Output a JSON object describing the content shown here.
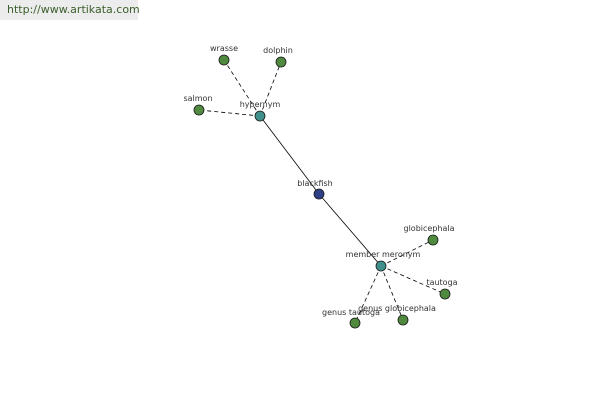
{
  "watermark": {
    "url": "http://www.artikata.com"
  },
  "colors": {
    "leaf": "#4f8a3e",
    "relation": "#3f8f8a",
    "center": "#2f3f86"
  },
  "graph": {
    "center": {
      "id": "blackfish",
      "label": "blackfish"
    },
    "relations": [
      {
        "id": "hypernym",
        "label": "hypernym"
      },
      {
        "id": "member-meronym",
        "label": "member meronym"
      }
    ],
    "leaves": [
      {
        "id": "wrasse",
        "label": "wrasse",
        "parent": "hypernym"
      },
      {
        "id": "dolphin",
        "label": "dolphin",
        "parent": "hypernym"
      },
      {
        "id": "salmon",
        "label": "salmon",
        "parent": "hypernym"
      },
      {
        "id": "globicephala",
        "label": "globicephala",
        "parent": "member-meronym"
      },
      {
        "id": "tautoga",
        "label": "tautoga",
        "parent": "member-meronym"
      },
      {
        "id": "genus-tautoga",
        "label": "genus tautoga",
        "parent": "member-meronym"
      },
      {
        "id": "genus-globicephala",
        "label": "genus globicephala",
        "parent": "member-meronym"
      }
    ]
  }
}
